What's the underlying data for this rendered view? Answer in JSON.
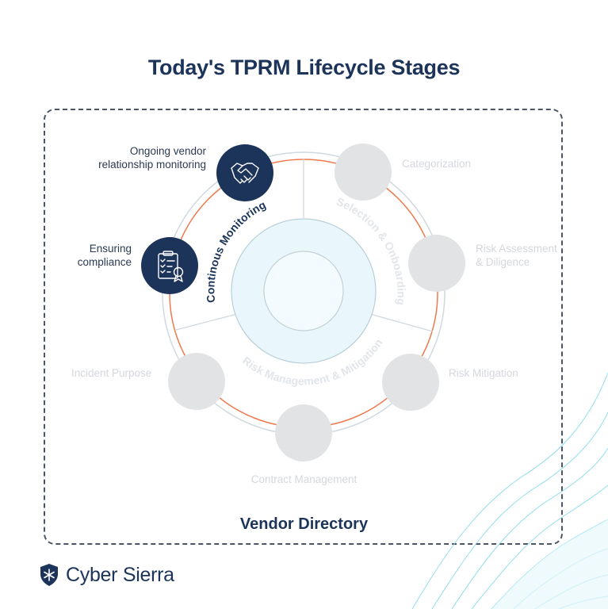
{
  "title": "Today's TPRM Lifecycle Stages",
  "center_label": "Continous Monitoring",
  "segment_labels": {
    "selection": "Selection & Onboarding",
    "risk": "Risk Management & Mitigation"
  },
  "active_stages": [
    {
      "line1": "Ongoing vendor",
      "line2": "relationship monitoring",
      "icon": "handshake-icon"
    },
    {
      "line1": "Ensuring",
      "line2": "compliance",
      "icon": "clipboard-checklist-icon"
    }
  ],
  "faded_stages": {
    "categorization": "Categorization",
    "risk_assessment_1": "Risk Assessment",
    "risk_assessment_2": "& Diligence",
    "risk_mitigation": "Risk Mitigation",
    "contract_management": "Contract Management",
    "incident_purpose": "Incident Purpose"
  },
  "footer": "Vendor Directory",
  "brand": {
    "name": "Cyber Sierra",
    "logo_icon": "shield-star-icon"
  },
  "colors": {
    "navy": "#1c3459",
    "orange_ring": "#ee7a4e",
    "faded_gray": "#d4d7dc",
    "inner_fill": "#e9f6fb"
  }
}
